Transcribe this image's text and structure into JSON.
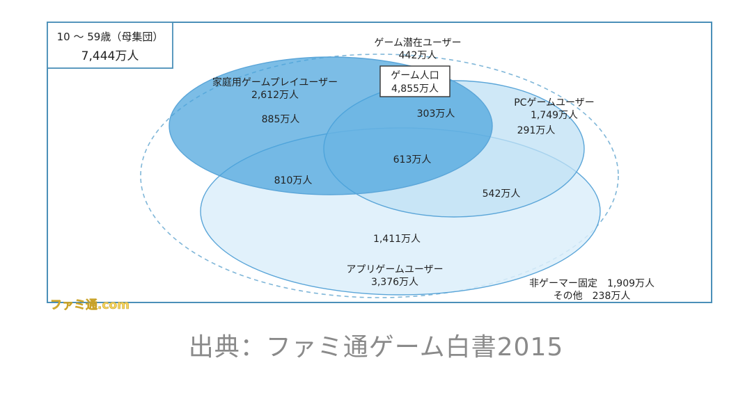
{
  "population": {
    "title": "10 〜 59歳（母集団）",
    "value": "7,444万人"
  },
  "potential": {
    "title": "ゲーム潜在ユーザー",
    "value": "442万人"
  },
  "game_population": {
    "title": "ゲーム人口",
    "value": "4,855万人"
  },
  "sets": {
    "console": {
      "title": "家庭用ゲームプレイユーザー",
      "value": "2,612万人",
      "color": "#4aa3dd"
    },
    "pc": {
      "title": "PCゲームユーザー",
      "value": "1,749万人",
      "color": "#bfe0f4"
    },
    "app": {
      "title": "アプリゲームユーザー",
      "value": "3,376万人",
      "color": "#dceefa"
    }
  },
  "regions": {
    "console_only": "885万人",
    "console_pc": "303万人",
    "pc_only": "291万人",
    "all_three": "613万人",
    "console_app": "810万人",
    "pc_app": "542万人",
    "app_only": "1,411万人"
  },
  "non_gamer": {
    "line1": "非ゲーマー固定　1,909万人",
    "line2": "その他　238万人"
  },
  "watermark": "ファミ通.com",
  "caption": "出典：ファミ通ゲーム白書2015",
  "colors": {
    "frame": "#4a8fb8",
    "dashed": "#7fb6d8",
    "outline": "#5aa5d8"
  }
}
